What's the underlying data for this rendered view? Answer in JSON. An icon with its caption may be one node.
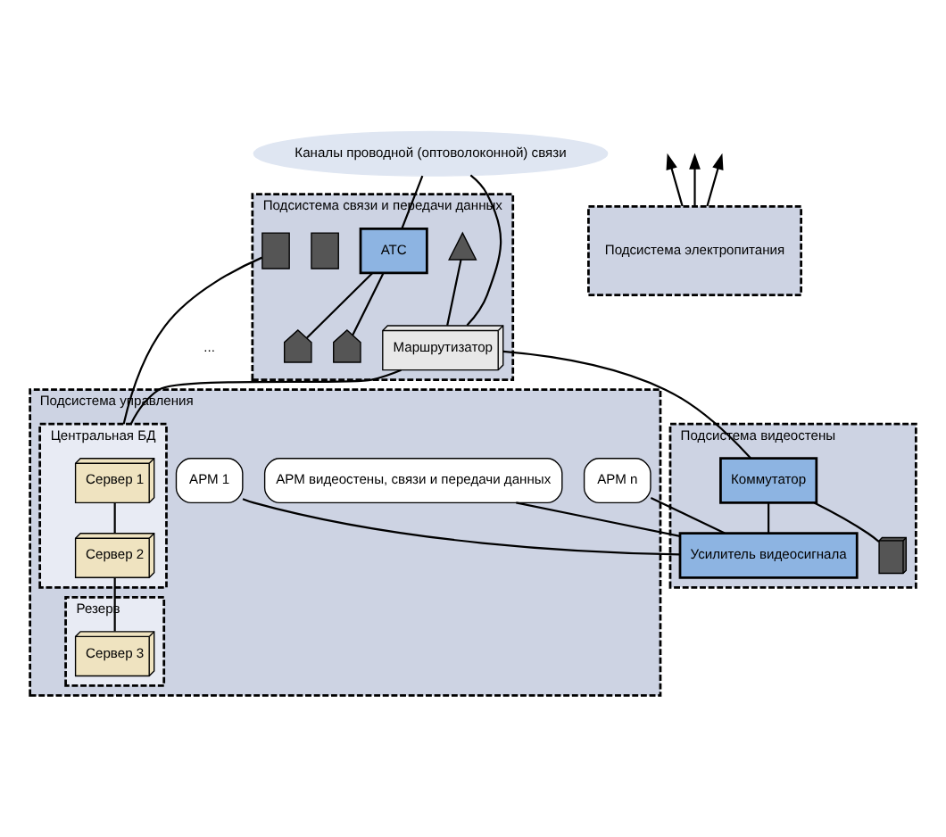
{
  "diagram": {
    "nodes": [
      {
        "text": [
          "Подсистема связи и передачи данных"
        ]
      },
      {
        "text": [
          "Каналы проводной (оптоволоконной) связи"
        ]
      },
      {
        "text": [
          "АТС"
        ],
        "in": 0
      },
      {
        "text": [],
        "shape": "telephone",
        "in": 0
      },
      {
        "text": [],
        "shape": "telephone",
        "in": 0
      },
      {
        "text": [],
        "shape": "mobile-phone",
        "in": 0
      },
      {
        "text": [],
        "shape": "mobile-phone",
        "in": 0
      },
      {
        "text": [],
        "shape": "antenna",
        "in": 0
      },
      {
        "text": [
          "Маршрутизатор"
        ],
        "in": 0
      },
      {
        "text": [
          "Подсистема видеостены"
        ]
      },
      {
        "text": [
          "Коммутатор"
        ],
        "in": 9
      },
      {
        "text": [],
        "shape": "display",
        "in": 9
      },
      {
        "text": [
          "Усилитель видеосигнала"
        ],
        "in": 9
      },
      {
        "text": [
          "Подсистема управления"
        ]
      },
      {
        "text": [
          "АРМ видеостены, связи и передачи данных"
        ],
        "in": 13
      },
      {
        "text": [
          "АРМ 1"
        ],
        "in": 13
      },
      {
        "text": [
          "АРМ n"
        ],
        "in": 13
      },
      {
        "text": [
          "Центральная БД"
        ],
        "in": 13
      },
      {
        "text": [
          "Сервер 1"
        ],
        "in": 17
      },
      {
        "text": [
          "Сервер 2"
        ],
        "in": 17
      },
      {
        "text": [
          "Резерв"
        ],
        "in": 13
      },
      {
        "text": [
          "Сервер 3"
        ],
        "in": 20
      },
      {
        "text": [
          "Подсистема электропитания"
        ]
      }
    ],
    "edges": [
      {
        "from": 1,
        "to": 2,
        "arrow": "none"
      },
      {
        "from": 2,
        "to": 3,
        "arrow": "none"
      },
      {
        "from": 2,
        "to": 4,
        "arrow": "none"
      },
      {
        "from": 1,
        "to": 8,
        "arrow": "none"
      },
      {
        "from": 7,
        "to": 8,
        "arrow": "none"
      },
      {
        "from": 5,
        "to": 17,
        "arrow": "none"
      },
      {
        "from": 8,
        "to": 10,
        "arrow": "none"
      },
      {
        "from": 8,
        "to": 17,
        "arrow": "none"
      },
      {
        "from": 10,
        "to": 11,
        "arrow": "none"
      },
      {
        "from": 10,
        "to": 12,
        "arrow": "none"
      },
      {
        "from": 14,
        "to": 12,
        "arrow": "none"
      },
      {
        "from": 15,
        "to": 12,
        "arrow": "none"
      },
      {
        "from": 16,
        "to": 12,
        "arrow": "none"
      },
      {
        "from": 18,
        "to": 19,
        "arrow": "none"
      },
      {
        "from": 19,
        "to": 21,
        "arrow": "none"
      },
      {
        "from": 22,
        "to": null,
        "arrow": "to"
      },
      {
        "from": 22,
        "to": null,
        "arrow": "to"
      },
      {
        "from": 22,
        "to": null,
        "arrow": "to"
      }
    ],
    "labels": [
      "..."
    ]
  }
}
